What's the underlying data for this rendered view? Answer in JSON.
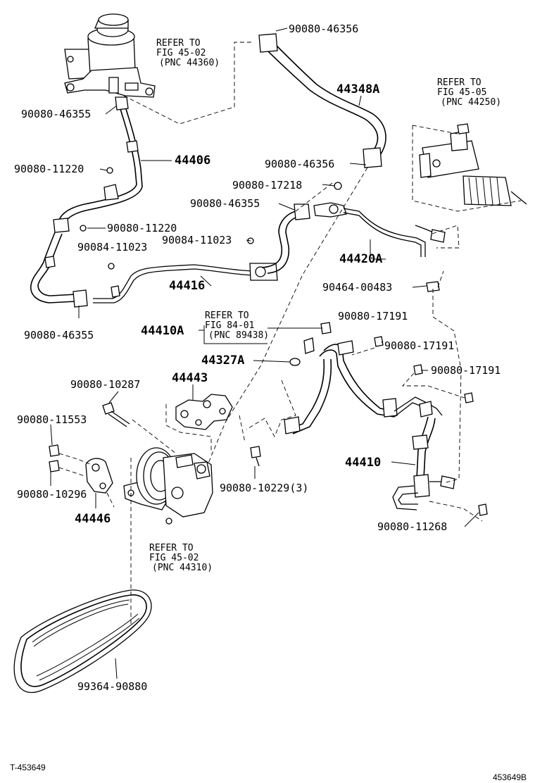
{
  "labels": {
    "p_90080_46356_top": "90080-46356",
    "p_44348A": "44348A",
    "refer_reservoir_1": "REFER TO",
    "refer_reservoir_2": "FIG 45-02",
    "refer_reservoir_3": "(PNC 44360)",
    "refer_gear_1": "REFER TO",
    "refer_gear_2": "FIG 45-05",
    "refer_gear_3": "(PNC 44250)",
    "p_90080_46355_a": "90080-46355",
    "p_44406": "44406",
    "p_90080_11220_a": "90080-11220",
    "p_90080_46356_mid": "90080-46356",
    "p_90080_17218": "90080-17218",
    "p_90080_46355_b": "90080-46355",
    "p_90080_11220_b": "90080-11220",
    "p_90084_11023_a": "90084-11023",
    "p_90084_11023_b": "90084-11023",
    "p_44420A": "44420A",
    "p_44416": "44416",
    "p_90464_00483": "90464-00483",
    "refer_sensor_1": "REFER TO",
    "refer_sensor_2": "FIG 84-01",
    "refer_sensor_3": "(PNC 89438)",
    "p_90080_17191_a": "90080-17191",
    "p_44410A": "44410A",
    "p_90080_46355_c": "90080-46355",
    "p_90080_17191_b": "90080-17191",
    "p_44327A": "44327A",
    "p_90080_17191_c": "90080-17191",
    "p_44443": "44443",
    "p_90080_10287": "90080-10287",
    "p_90080_11553": "90080-11553",
    "p_44410": "44410",
    "p_90080_10296": "90080-10296",
    "p_90080_10229": "90080-10229(3)",
    "p_44446": "44446",
    "refer_pump_1": "REFER TO",
    "refer_pump_2": "FIG 45-02",
    "refer_pump_3": "(PNC 44310)",
    "p_90080_11268": "90080-11268",
    "p_99364_90880": "99364-90880"
  },
  "footer": {
    "left_code": "T-453649",
    "right_code": "453649B"
  }
}
